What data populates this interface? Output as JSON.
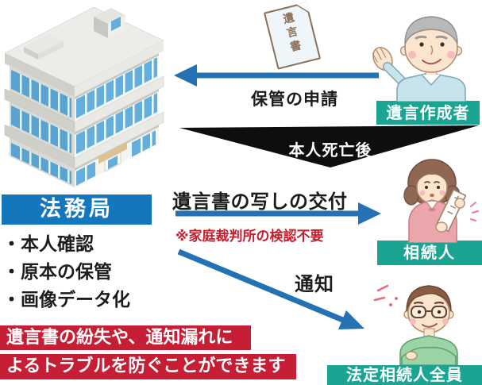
{
  "colors": {
    "arrow_blue": "#2471b3",
    "bureau_blue": "#1477bd",
    "label_teal": "#1aa491",
    "banner_red": "#c51e35",
    "note_red": "#c3202f",
    "black_banner": "#0e0e0e"
  },
  "bureau": {
    "title": "法務局",
    "items": [
      "・本人確認",
      "・原本の保管",
      "・画像データ化"
    ]
  },
  "flows": {
    "application": {
      "label": "保管の申請"
    },
    "after_death": {
      "label": "本人死亡後"
    },
    "copy_delivery": {
      "label": "遺言書の写しの交付",
      "note": "※家庭裁判所の検認不要"
    },
    "notification": {
      "label": "通知"
    }
  },
  "actors": {
    "testator": {
      "label": "遺言作成者"
    },
    "heir": {
      "label": "相続人"
    },
    "all_heirs": {
      "label": "法定相続人全員"
    }
  },
  "will_document": {
    "text": "遺言書"
  },
  "banner": {
    "line1": "遺言書の紛失や、通知漏れに",
    "line2": "よるトラブルを防ぐことができます"
  }
}
